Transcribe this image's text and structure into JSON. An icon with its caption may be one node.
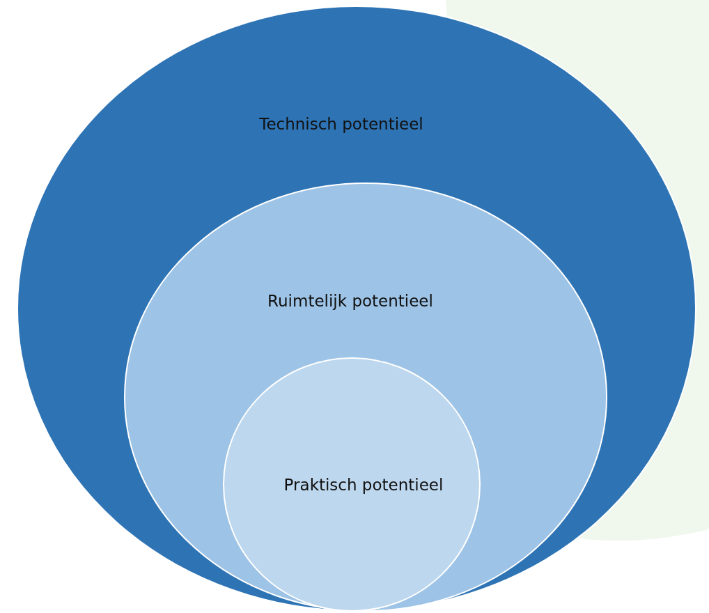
{
  "diagram": {
    "nodes": [
      {
        "text": [
          "Technisch potentieel"
        ]
      },
      {
        "text": [
          "Ruimtelijk potentieel"
        ],
        "in": 0
      },
      {
        "text": [
          "Praktisch potentieel"
        ],
        "in": 1
      }
    ]
  }
}
